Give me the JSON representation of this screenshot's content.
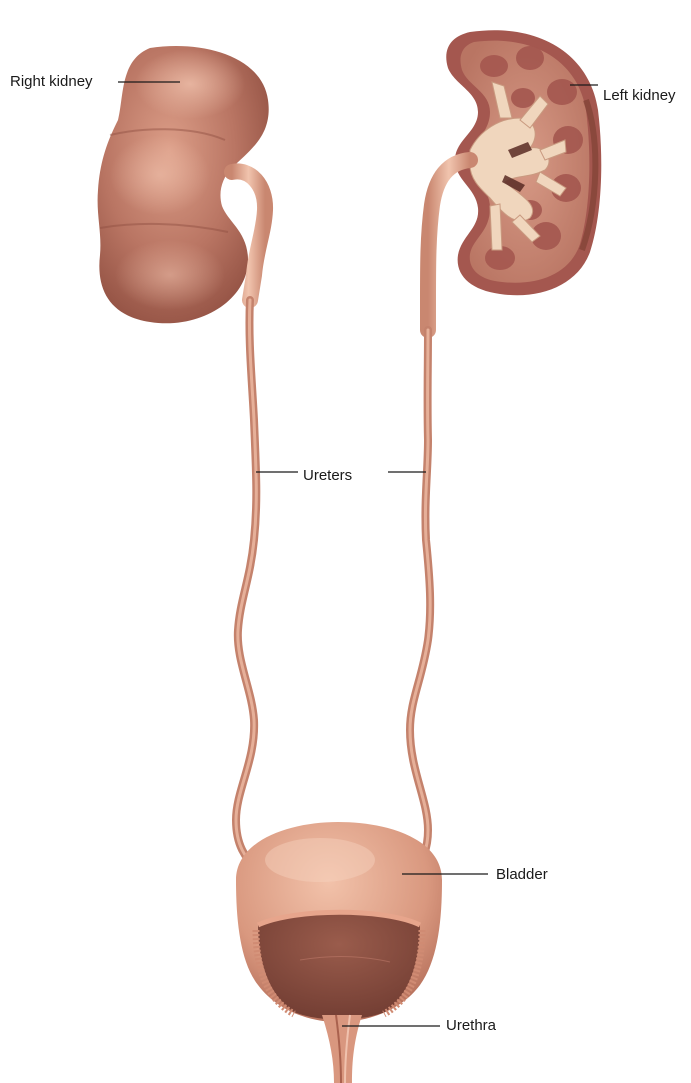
{
  "labels": {
    "right_kidney": "Right kidney",
    "left_kidney": "Left kidney",
    "ureters": "Ureters",
    "bladder": "Bladder",
    "urethra": "Urethra"
  },
  "colors": {
    "tissue_base": "#b97563",
    "tissue_light": "#e0a48c",
    "tissue_dark": "#8f4e40",
    "ureter": "#d9977f",
    "pelvis_cream": "#f0d6bd",
    "cortex_section": "#c98a78",
    "pyramid": "#a4574f",
    "leader_line": "#1a1a1a"
  }
}
